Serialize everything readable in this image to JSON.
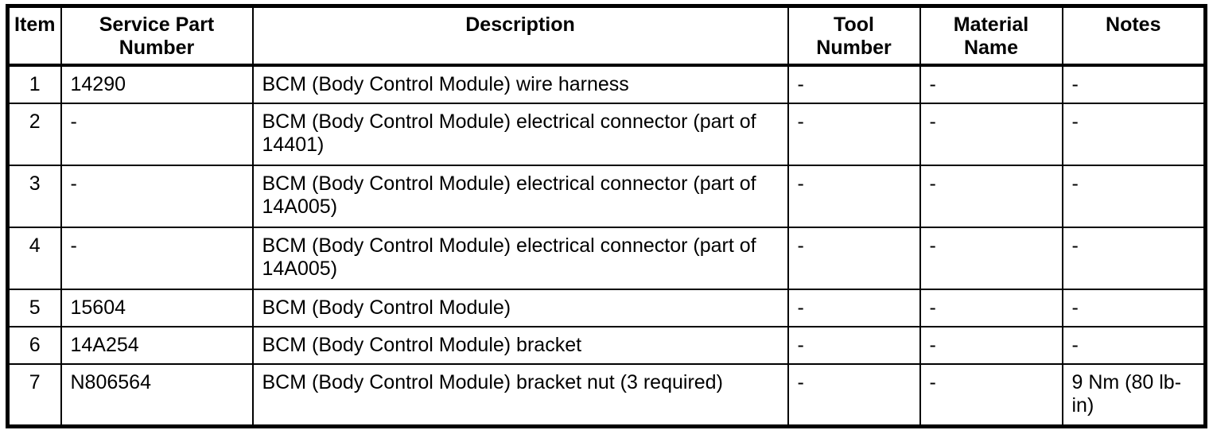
{
  "colors": {
    "background": "#ffffff",
    "border": "#000000",
    "text": "#000000"
  },
  "table": {
    "columns": [
      {
        "key": "item",
        "label": "Item"
      },
      {
        "key": "service_part_number",
        "label": "Service Part\nNumber"
      },
      {
        "key": "description",
        "label": "Description"
      },
      {
        "key": "tool_number",
        "label": "Tool\nNumber"
      },
      {
        "key": "material_name",
        "label": "Material\nName"
      },
      {
        "key": "notes",
        "label": "Notes"
      }
    ],
    "rows": [
      {
        "item": "1",
        "service_part_number": "14290",
        "description": "BCM (Body Control Module) wire harness",
        "tool_number": "-",
        "material_name": "-",
        "notes": "-"
      },
      {
        "item": "2",
        "service_part_number": "-",
        "description": "BCM (Body Control Module) electrical connector (part of 14401)",
        "tool_number": "-",
        "material_name": "-",
        "notes": "-"
      },
      {
        "item": "3",
        "service_part_number": "-",
        "description": "BCM (Body Control Module) electrical connector (part of 14A005)",
        "tool_number": "-",
        "material_name": "-",
        "notes": "-"
      },
      {
        "item": "4",
        "service_part_number": "-",
        "description": "BCM (Body Control Module) electrical connector (part of 14A005)",
        "tool_number": "-",
        "material_name": "-",
        "notes": "-"
      },
      {
        "item": "5",
        "service_part_number": "15604",
        "description": "BCM (Body Control Module)",
        "tool_number": "-",
        "material_name": "-",
        "notes": "-"
      },
      {
        "item": "6",
        "service_part_number": "14A254",
        "description": "BCM (Body Control Module) bracket",
        "tool_number": "-",
        "material_name": "-",
        "notes": "-"
      },
      {
        "item": "7",
        "service_part_number": "N806564",
        "description": "BCM (Body Control Module) bracket nut (3 required)",
        "tool_number": "-",
        "material_name": "-",
        "notes": "9 Nm (80 lb-in)"
      }
    ]
  }
}
